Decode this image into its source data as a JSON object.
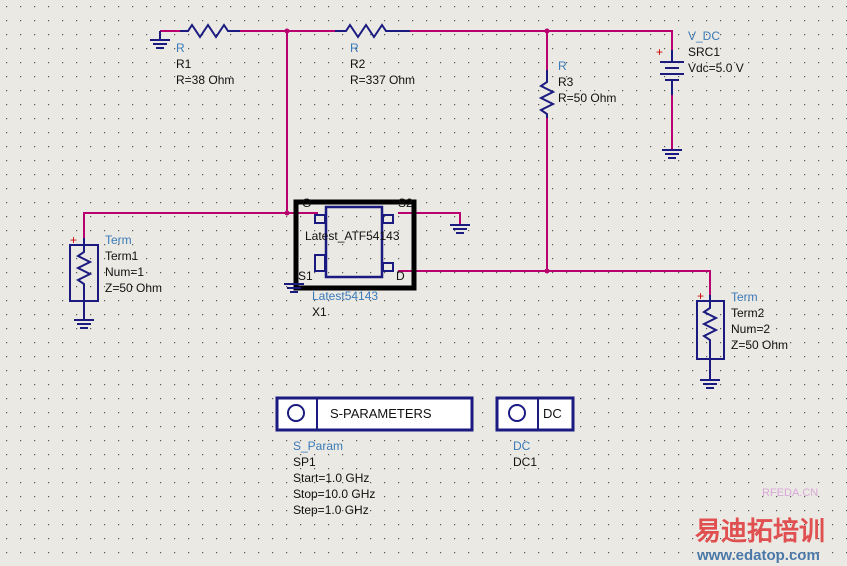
{
  "r1": {
    "type": "R",
    "name": "R1",
    "value": "R=38 Ohm"
  },
  "r2": {
    "type": "R",
    "name": "R2",
    "value": "R=337 Ohm"
  },
  "r3": {
    "type": "R",
    "name": "R3",
    "value": "R=50 Ohm"
  },
  "src": {
    "type": "V_DC",
    "name": "SRC1",
    "value": "Vdc=5.0 V"
  },
  "term1": {
    "type": "Term",
    "name": "Term1",
    "num": "Num=1",
    "z": "Z=50 Ohm"
  },
  "term2": {
    "type": "Term",
    "name": "Term2",
    "num": "Num=2",
    "z": "Z=50 Ohm"
  },
  "device": {
    "inner": "Latest_ATF54143",
    "type": "Latest54143",
    "name": "X1",
    "pin_g": "G",
    "pin_s1": "S1",
    "pin_s2": "S2",
    "pin_d": "D"
  },
  "sparam": {
    "label": "S-PARAMETERS",
    "type": "S_Param",
    "name": "SP1",
    "start": "Start=1.0 GHz",
    "stop": "Stop=10.0 GHz",
    "step": "Step=1.0 GHz"
  },
  "dc": {
    "label": "DC",
    "type": "DC",
    "name": "DC1"
  },
  "watermark": {
    "site": "RFEDA.CN",
    "brand": "易迪拓培训",
    "url": "www.edatop.com"
  }
}
